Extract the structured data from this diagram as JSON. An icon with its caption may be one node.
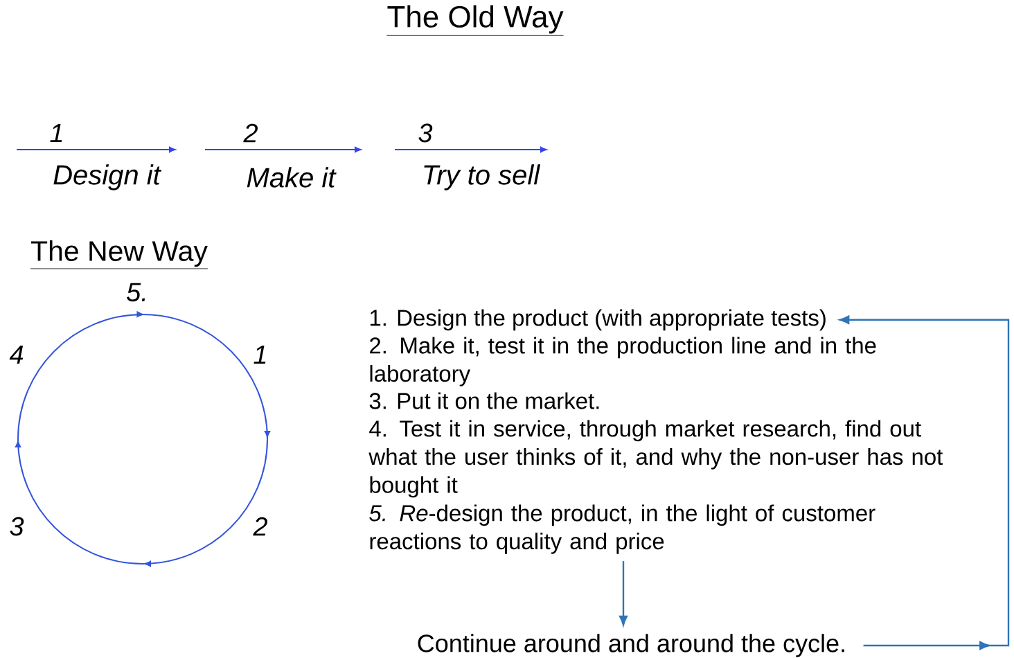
{
  "diagram": {
    "title": "The Old Way",
    "nodes": [
      {
        "text": [
          "1. Design the product (with appropriate tests)"
        ]
      },
      {
        "text": [
          "2. Make it, test it in the production line and in the laboratory"
        ]
      },
      {
        "text": [
          "3. Put it on the market."
        ]
      },
      {
        "text": [
          "4. Test it in service, through market research, find out what the user thinks of it, and why the non-user has not bought it"
        ]
      },
      {
        "text": [
          "*5.* *Re*-design the product, in the light of customer reactions to quality and price"
        ]
      },
      {
        "text": [
          "Continue around and around the cycle."
        ]
      }
    ],
    "edges": [
      {
        "from": 4,
        "to": 5,
        "arrow": "to"
      },
      {
        "from": 5,
        "to": 0,
        "arrow": "to"
      }
    ],
    "labels": [
      "1",
      "2",
      "3",
      "Design it",
      "Make it",
      "Try to sell",
      "The New Way",
      "5.",
      "4",
      "1",
      "3",
      "2"
    ]
  }
}
